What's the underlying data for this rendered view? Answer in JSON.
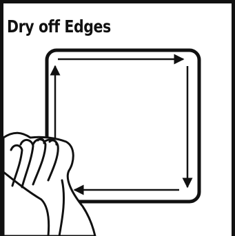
{
  "title": "Dry off Edges",
  "icons": [
    "square-outline",
    "clockwise-arrows",
    "hand-with-cloth"
  ],
  "colors": {
    "ink": "#111111",
    "background": "#ffffff"
  }
}
